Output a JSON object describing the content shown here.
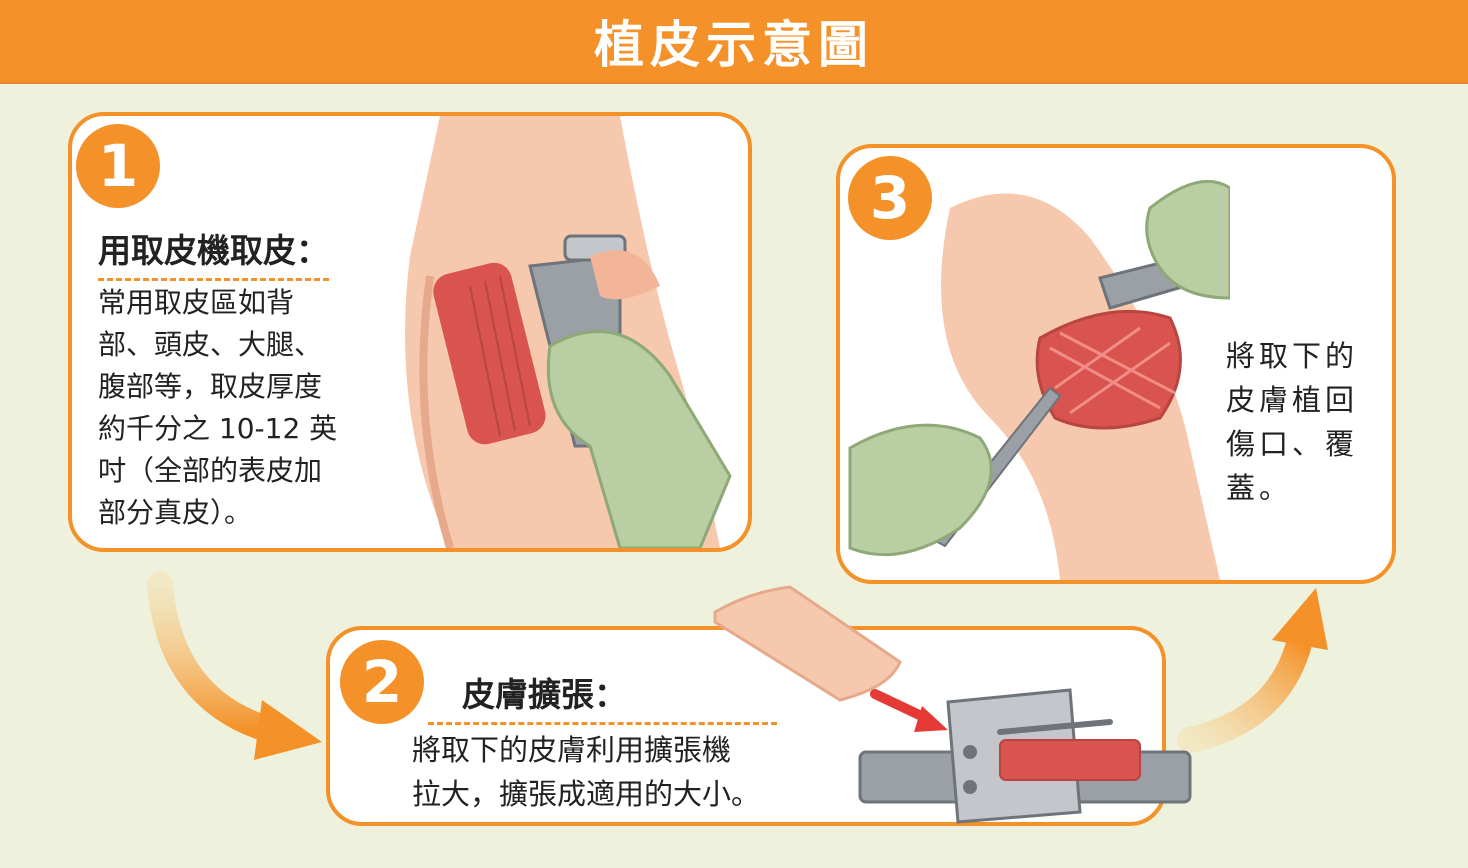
{
  "title": "植皮示意圖",
  "step1": {
    "number": "1",
    "heading": "用取皮機取皮：",
    "lines": [
      "常用取皮區如背",
      "部、頭皮、大腿、",
      "腹部等，取皮厚度",
      "約千分之 10-12 英",
      "吋（全部的表皮加",
      "部分真皮）。"
    ]
  },
  "step2": {
    "number": "2",
    "heading": "皮膚擴張：",
    "lines": [
      "將取下的皮膚利用擴張機",
      "拉大，擴張成適用的大小。"
    ]
  },
  "step3": {
    "number": "3",
    "lines": [
      "將取下的",
      "皮膚植回",
      "傷口、覆",
      "蓋。"
    ]
  },
  "colors": {
    "accent": "#f49128",
    "background": "#eef2dc",
    "skin": "#f6c8ae",
    "graft": "#d9534f",
    "glove": "#b9cfa3",
    "metal": "#9aa0a6"
  }
}
